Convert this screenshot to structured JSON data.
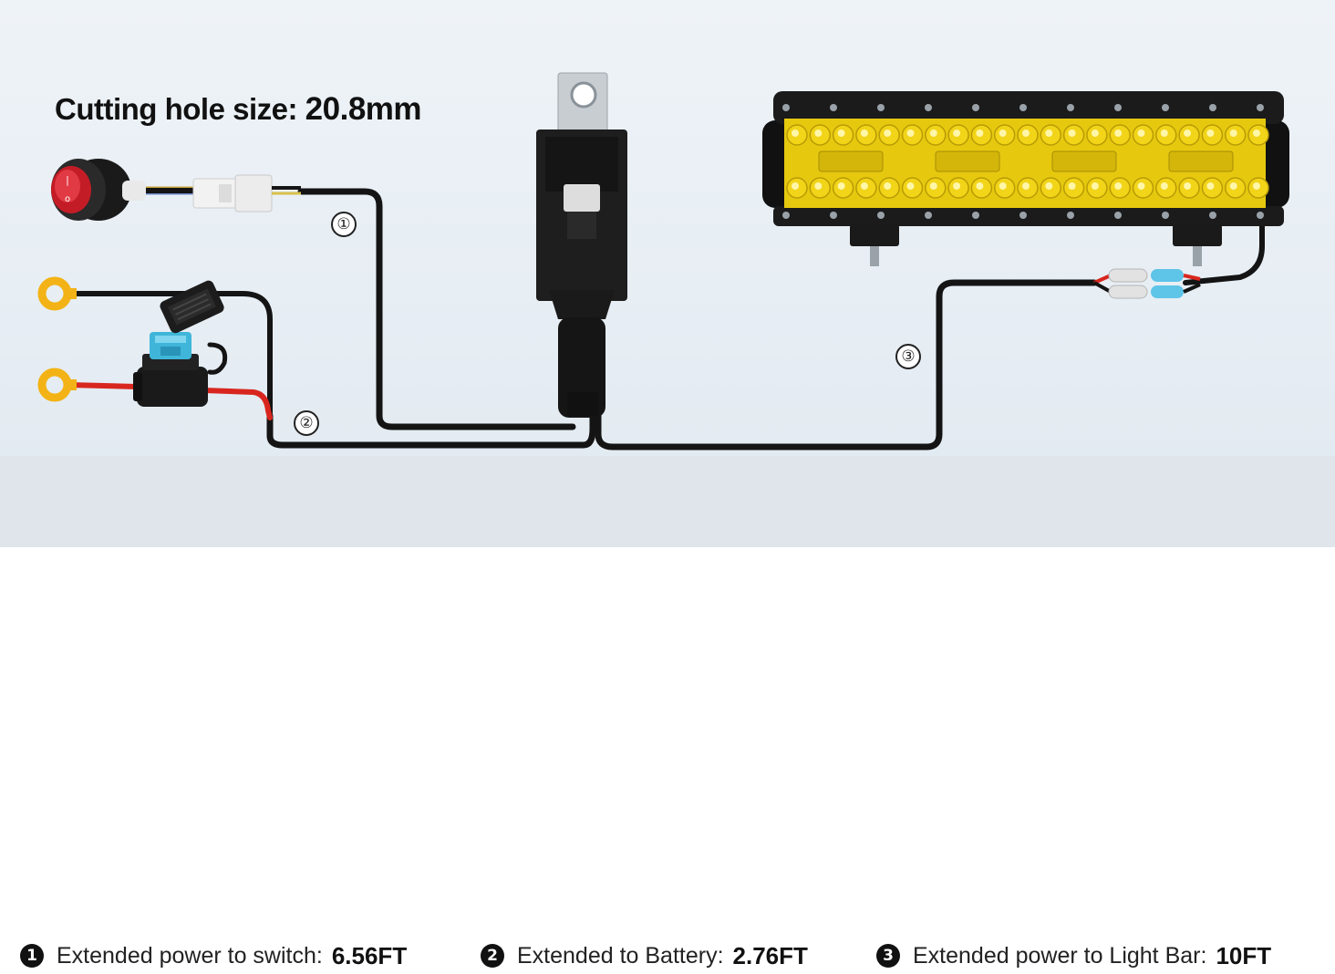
{
  "headline": {
    "label": "Cutting hole size:",
    "value": "20.8mm"
  },
  "diagram_labels": [
    "①",
    "②",
    "③"
  ],
  "legend": [
    {
      "badge": "1",
      "label": "Extended power to switch:",
      "value": "6.56FT"
    },
    {
      "badge": "2",
      "label": "Extended to Battery:",
      "value": "2.76FT"
    },
    {
      "badge": "3",
      "label": "Extended power to Light Bar:",
      "value": "10FT"
    }
  ],
  "colors": {
    "wire": "#141414",
    "red_wire": "#d8261e",
    "ring_terminal": "#f3b316",
    "fuse": "#3fb6d9",
    "led": "#f2d418",
    "switch": "#d31f2a",
    "connector_blue": "#5ec4e8"
  }
}
